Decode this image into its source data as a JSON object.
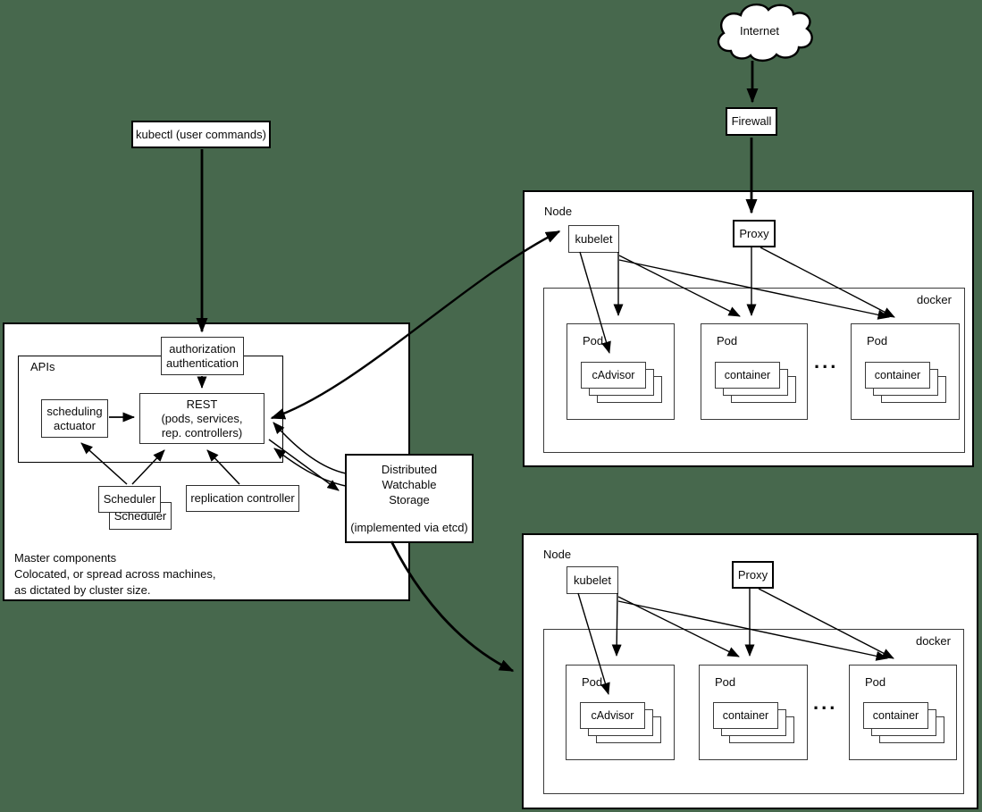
{
  "colors": {
    "background": "#47684d",
    "line": "#000000",
    "box_fill": "#ffffff"
  },
  "internet": {
    "label": "Internet"
  },
  "firewall": {
    "label": "Firewall"
  },
  "kubectl": {
    "label": "kubectl (user commands)"
  },
  "master": {
    "apis_label": "APIs",
    "auth_line1": "authorization",
    "auth_line2": "authentication",
    "rest_line1": "REST",
    "rest_line2": "(pods, services,",
    "rest_line3": "rep. controllers)",
    "actuator_line1": "scheduling",
    "actuator_line2": "actuator",
    "scheduler_front": "Scheduler",
    "scheduler_back": "Scheduler",
    "replication_controller": "replication controller",
    "note_line1": "Master components",
    "note_line2": "Colocated, or spread across machines,",
    "note_line3": "as dictated by cluster size."
  },
  "storage": {
    "line1": "Distributed",
    "line2": "Watchable",
    "line3": "Storage",
    "line4": "(implemented via etcd)"
  },
  "node1": {
    "label": "Node",
    "kubelet": "kubelet",
    "proxy": "Proxy",
    "docker": "docker",
    "ellipsis": "...",
    "pods": [
      {
        "label": "Pod",
        "box": "cAdvisor"
      },
      {
        "label": "Pod",
        "box": "container"
      },
      {
        "label": "Pod",
        "box": "container"
      }
    ]
  },
  "node2": {
    "label": "Node",
    "kubelet": "kubelet",
    "proxy": "Proxy",
    "docker": "docker",
    "ellipsis": "...",
    "pods": [
      {
        "label": "Pod",
        "box": "cAdvisor"
      },
      {
        "label": "Pod",
        "box": "container"
      },
      {
        "label": "Pod",
        "box": "container"
      }
    ]
  }
}
